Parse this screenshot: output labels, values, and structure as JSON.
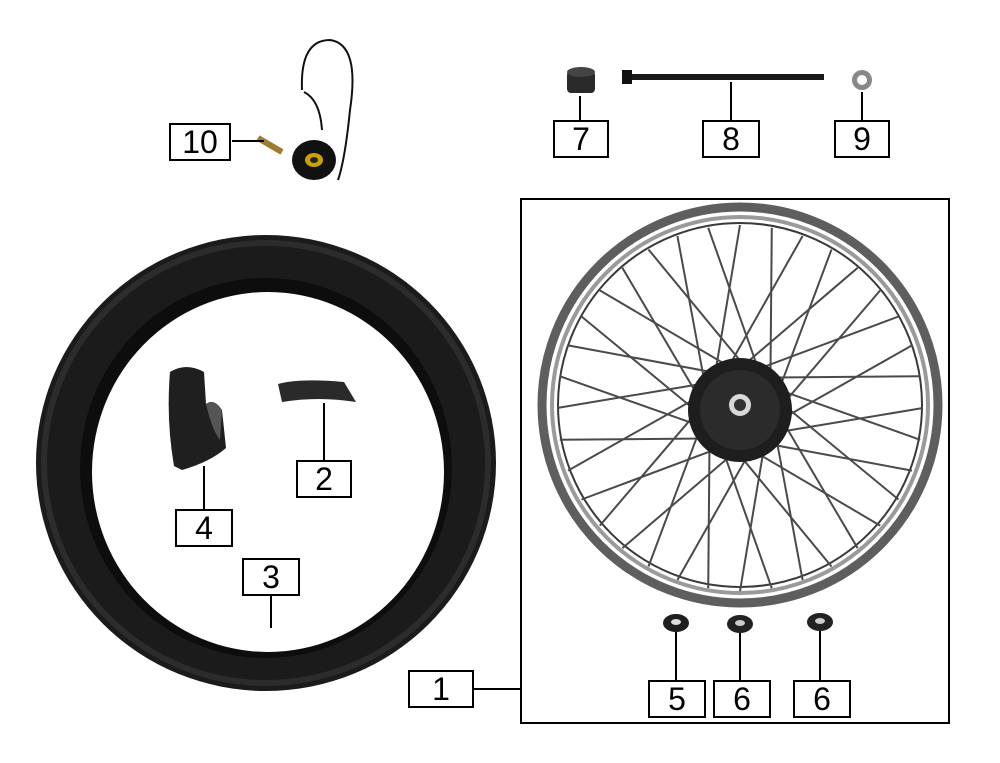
{
  "callouts": {
    "c1": "1",
    "c2": "2",
    "c3": "3",
    "c4": "4",
    "c5": "5",
    "c6a": "6",
    "c6b": "6",
    "c7": "7",
    "c8": "8",
    "c9": "9",
    "c10": "10"
  },
  "colors": {
    "tire": "#1a1a1a",
    "rim": "#6e6e6e",
    "hub": "#222222",
    "line": "#000000"
  }
}
